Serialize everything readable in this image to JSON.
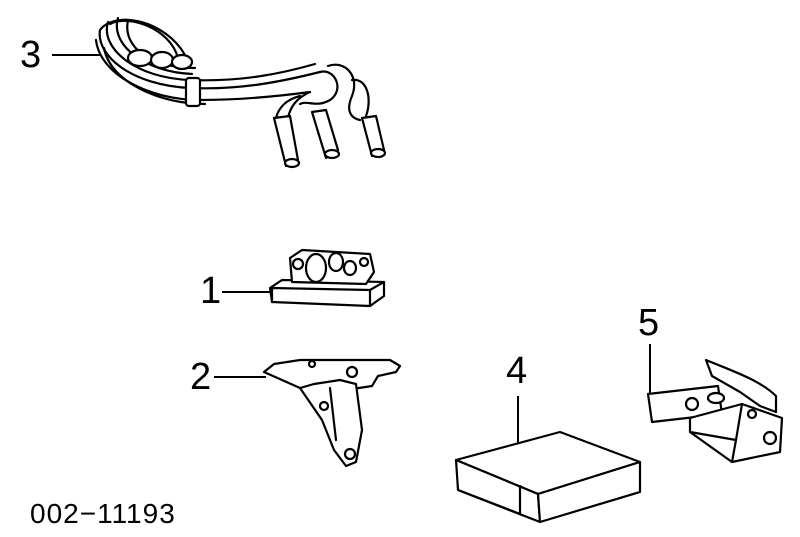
{
  "diagram": {
    "reference_code": "002−11193",
    "parts": [
      {
        "label": "1",
        "depicts": "ignition-coil-pack"
      },
      {
        "label": "2",
        "depicts": "coil-mounting-bracket"
      },
      {
        "label": "3",
        "depicts": "spark-plug-wire-set"
      },
      {
        "label": "4",
        "depicts": "ignition-control-module"
      },
      {
        "label": "5",
        "depicts": "module-bracket"
      }
    ]
  }
}
